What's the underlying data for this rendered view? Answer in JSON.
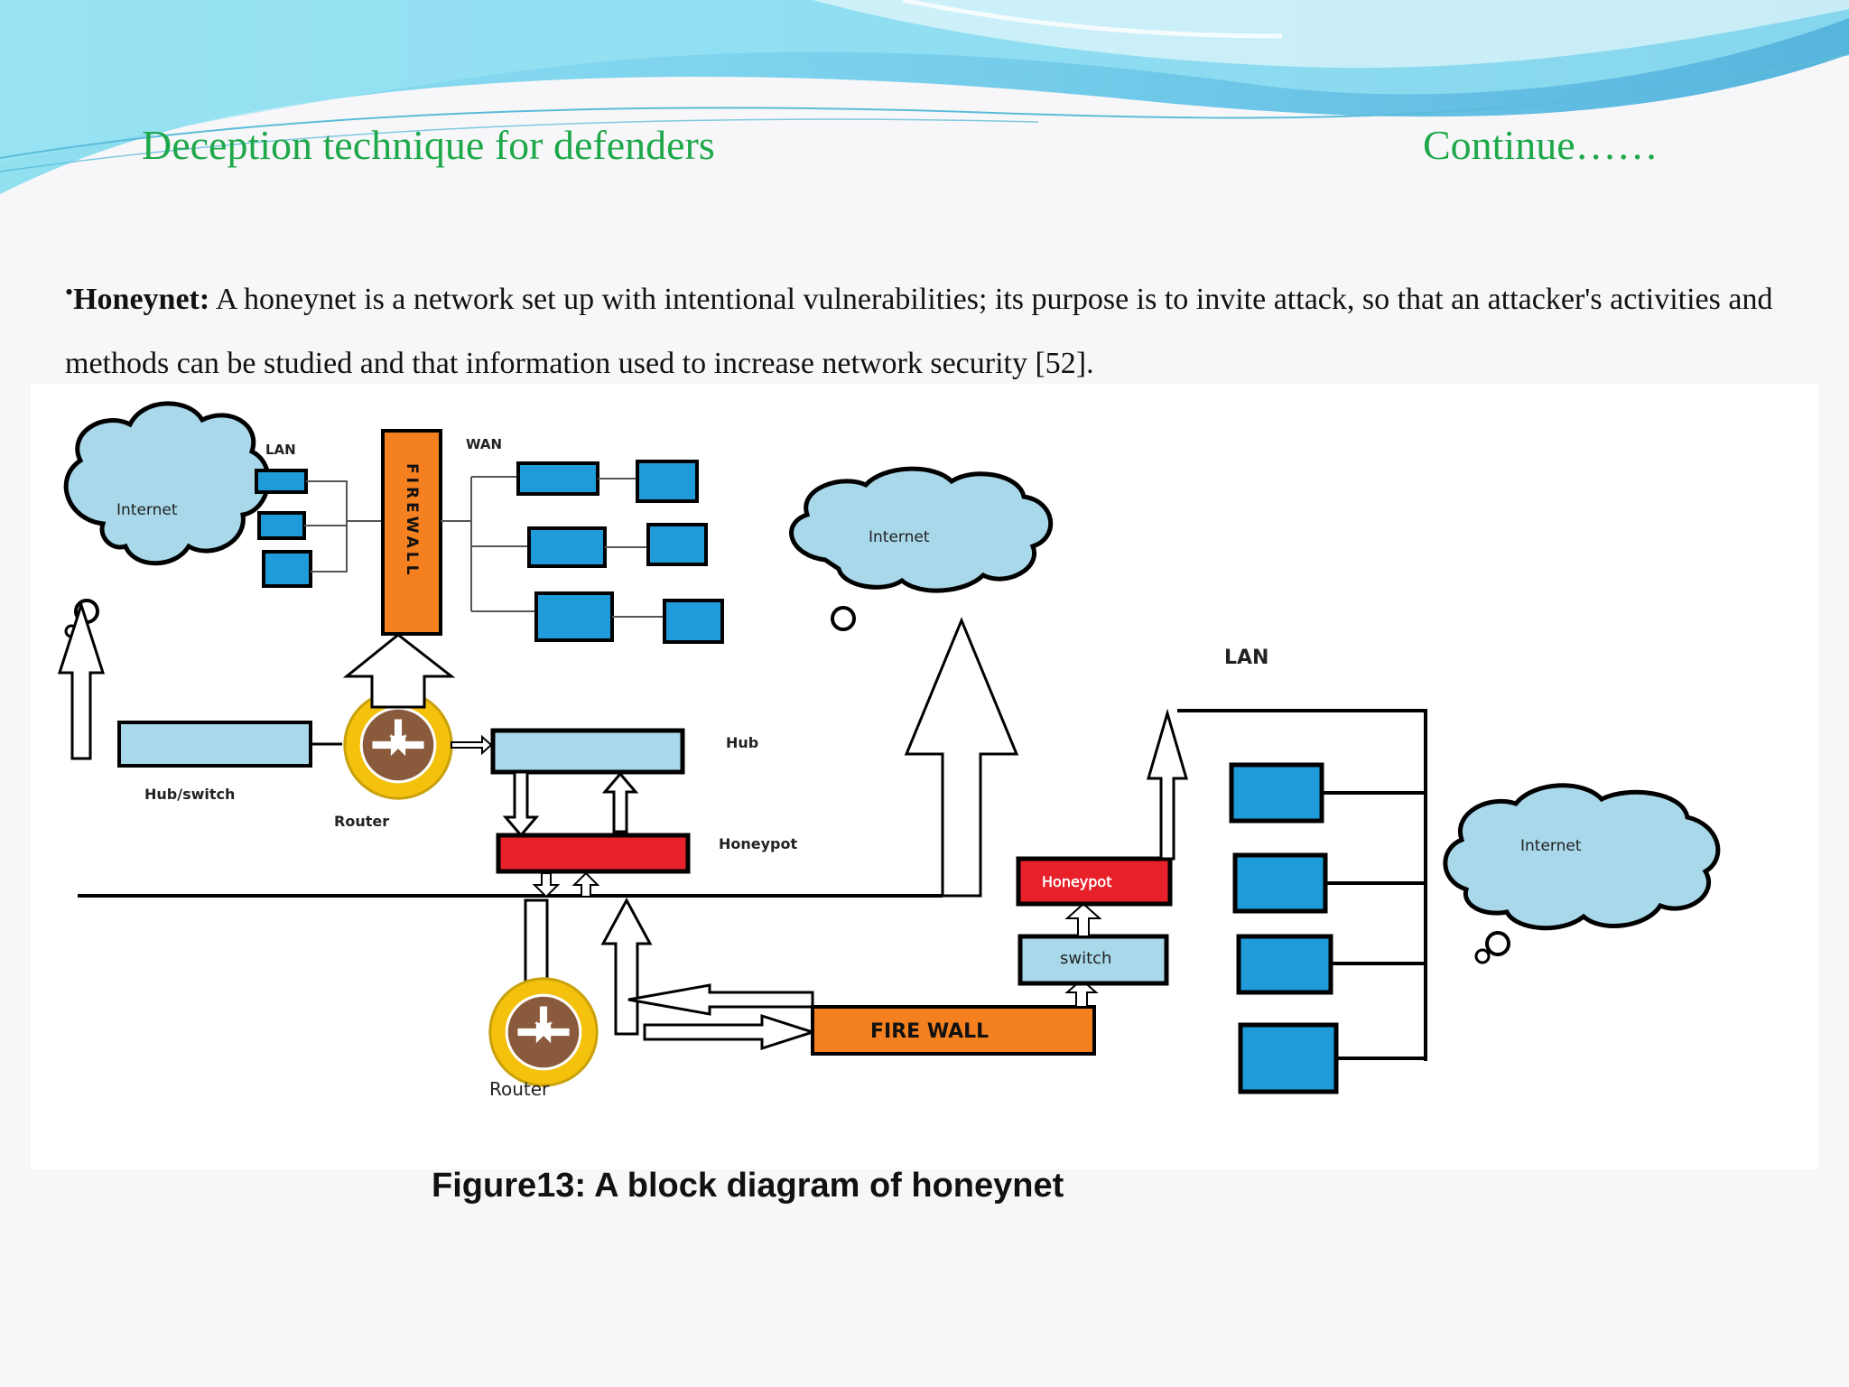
{
  "slide": {
    "title": "Deception technique for defenders",
    "continue": "Continue……",
    "bullet": "•",
    "term": "Honeynet:",
    "definition": " A honeynet is a network set up with intentional vulnerabilities; its purpose is to invite attack, so that an attacker's activities and methods can be studied and that information used to increase network security [52].",
    "caption": "Figure13: A block diagram of honeynet"
  },
  "diagram": {
    "internet_label": "Internet",
    "lan_label": "LAN",
    "wan_label": "WAN",
    "firewall_vertical": "FIREWALL",
    "hub_switch_label": "Hub/switch",
    "router_label": "Router",
    "hub_label": "Hub",
    "honeypot_label": "Honeypot",
    "honeypot_small_label": "Honeypot",
    "switch_label": "switch",
    "firewall_label": "FIRE WALL"
  },
  "colors": {
    "title_green": "#1fa84a",
    "cloud": "#a8d8ea",
    "pc_blue": "#1e9bd8",
    "firewall_orange": "#f5801f",
    "honeypot_red": "#e8202a",
    "router_gold": "#f4c20d",
    "router_brown": "#8a5a3c",
    "hub_fill": "#a8d8ea"
  }
}
